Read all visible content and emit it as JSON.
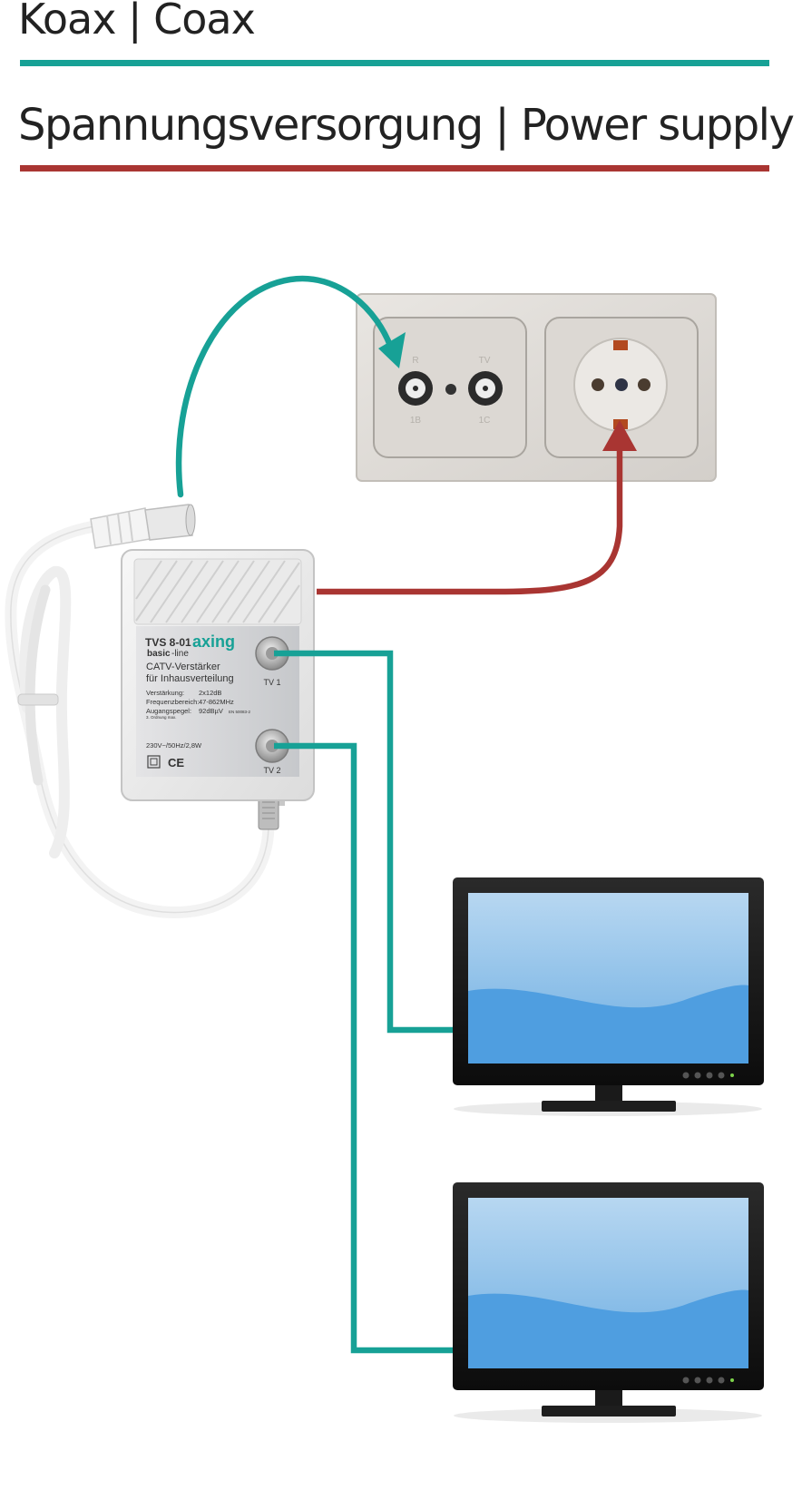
{
  "legend": {
    "coax_label": "Koax | Coax",
    "power_label": "Spannungsversorgung | Power supply",
    "coax_color": "#17a196",
    "power_color": "#a93532"
  },
  "amplifier": {
    "brand": "axing",
    "model": "TVS 8-01",
    "series_bold": "basic",
    "series_rest": "-line",
    "product_line1": "CATV-Verstärker",
    "product_line2": "für Inhausverteilung",
    "spec_gain_label": "Verstärkung:",
    "spec_gain_value": "2x12dB",
    "spec_freq_label": "Frequenzbereich:",
    "spec_freq_value": "47-862MHz",
    "spec_level_label": "Augangspegel:",
    "spec_level_value": "92dBµV",
    "spec_level_std": "EN 50083-2",
    "spec_footnote": "3. Ordnung max.",
    "power_rating": "230V~/50Hz/2,8W",
    "ce_mark": "CE",
    "port1_label": "TV 1",
    "port2_label": "TV 2"
  },
  "wall_outlet": {
    "port_left_top": "R",
    "port_left_bottom": "1B",
    "port_right_top": "TV",
    "port_right_bottom": "1C"
  },
  "icons": {
    "amplifier": "amplifier-icon",
    "wall_outlet": "wall-outlet-icon",
    "coax_plug": "coax-plug-icon",
    "tv": "tv-monitor-icon"
  }
}
